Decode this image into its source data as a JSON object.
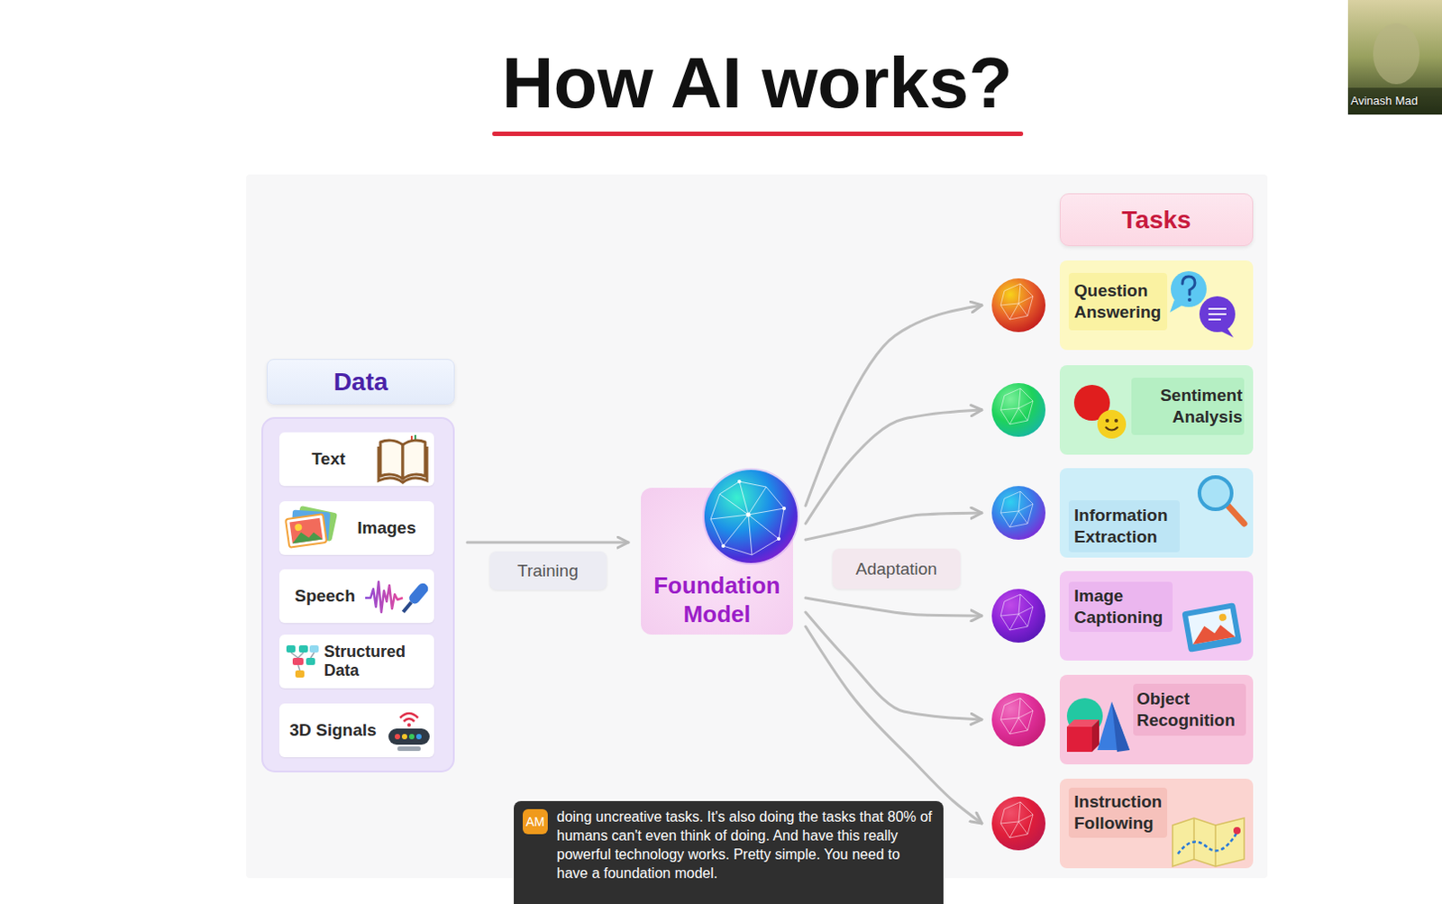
{
  "diagram": {
    "title": "How AI works?",
    "nodes": [
      {
        "text": [
          "Data"
        ]
      },
      {
        "text": [
          "Text"
        ],
        "in": 0
      },
      {
        "text": [
          "Images"
        ],
        "in": 0
      },
      {
        "text": [
          "Speech"
        ],
        "in": 0
      },
      {
        "text": [
          "Structured Data"
        ],
        "in": 0
      },
      {
        "text": [
          "3D Signals"
        ],
        "in": 0
      },
      {
        "text": [
          "Foundation Model"
        ]
      },
      {
        "text": [
          "Tasks"
        ]
      },
      {
        "text": [
          "Question Answering"
        ]
      },
      {
        "text": [
          "Sentiment Analysis"
        ]
      },
      {
        "text": [
          "Information Extraction"
        ]
      },
      {
        "text": [
          "Image Captioning"
        ]
      },
      {
        "text": [
          "Object Recognition"
        ]
      },
      {
        "text": [
          "Instruction Following"
        ]
      },
      {
        "text": [
          "AM",
          "doing uncreative tasks. It's also doing the tasks that 80% of humans can't even think of doing. And have this really powerful technology works. Pretty simple. You need to have a foundation model."
        ]
      }
    ],
    "edges": [
      {
        "from": 0,
        "to": 6,
        "label": "Training",
        "arrow": "to"
      },
      {
        "from": 6,
        "to": 8,
        "arrow": "to"
      },
      {
        "from": 6,
        "to": 9,
        "arrow": "to"
      },
      {
        "from": 6,
        "to": 10,
        "arrow": "to"
      },
      {
        "from": 6,
        "to": 11,
        "arrow": "to"
      },
      {
        "from": 6,
        "to": 12,
        "arrow": "to"
      },
      {
        "from": 6,
        "to": 13,
        "arrow": "to"
      }
    ],
    "labels": [
      "Adaptation",
      "Avinash Mad"
    ]
  }
}
